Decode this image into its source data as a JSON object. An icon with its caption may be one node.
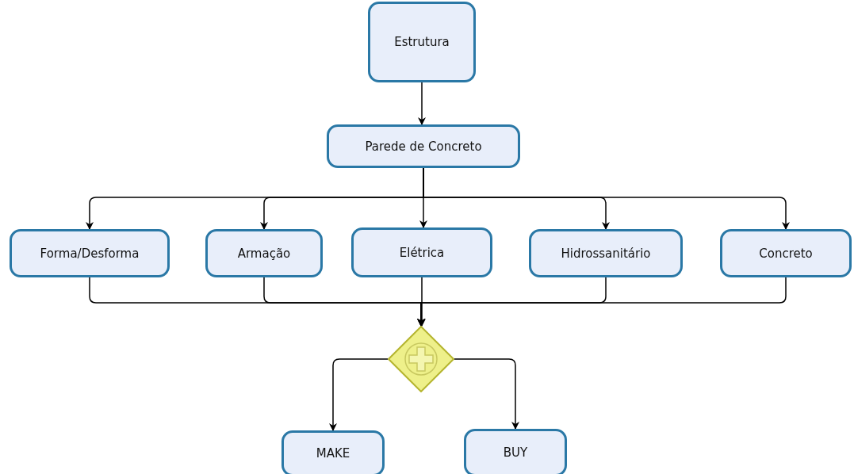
{
  "diagram": {
    "nodes": [
      {
        "text": [
          "Estrutura"
        ]
      },
      {
        "text": [
          "Parede de Concreto"
        ]
      },
      {
        "text": [
          "Forma/Desforma"
        ]
      },
      {
        "text": [
          "Armação"
        ]
      },
      {
        "text": [
          "Elétrica"
        ]
      },
      {
        "text": [
          "Hidrossanitário"
        ]
      },
      {
        "text": [
          "Concreto"
        ]
      },
      {
        "text": [],
        "shape": "diamond"
      },
      {
        "text": [
          "MAKE"
        ]
      },
      {
        "text": [
          "BUY"
        ]
      }
    ],
    "edges": [
      {
        "from": 0,
        "to": 1,
        "arrow": "to"
      },
      {
        "from": 1,
        "to": 2,
        "arrow": "to"
      },
      {
        "from": 1,
        "to": 3,
        "arrow": "to"
      },
      {
        "from": 1,
        "to": 4,
        "arrow": "to"
      },
      {
        "from": 1,
        "to": 5,
        "arrow": "to"
      },
      {
        "from": 1,
        "to": 6,
        "arrow": "to"
      },
      {
        "from": 2,
        "to": 7,
        "arrow": "to"
      },
      {
        "from": 3,
        "to": 7,
        "arrow": "to"
      },
      {
        "from": 4,
        "to": 7,
        "arrow": "to"
      },
      {
        "from": 5,
        "to": 7,
        "arrow": "to"
      },
      {
        "from": 6,
        "to": 7,
        "arrow": "to"
      },
      {
        "from": 7,
        "to": 8,
        "arrow": "to"
      },
      {
        "from": 7,
        "to": 9,
        "arrow": "to"
      }
    ]
  }
}
